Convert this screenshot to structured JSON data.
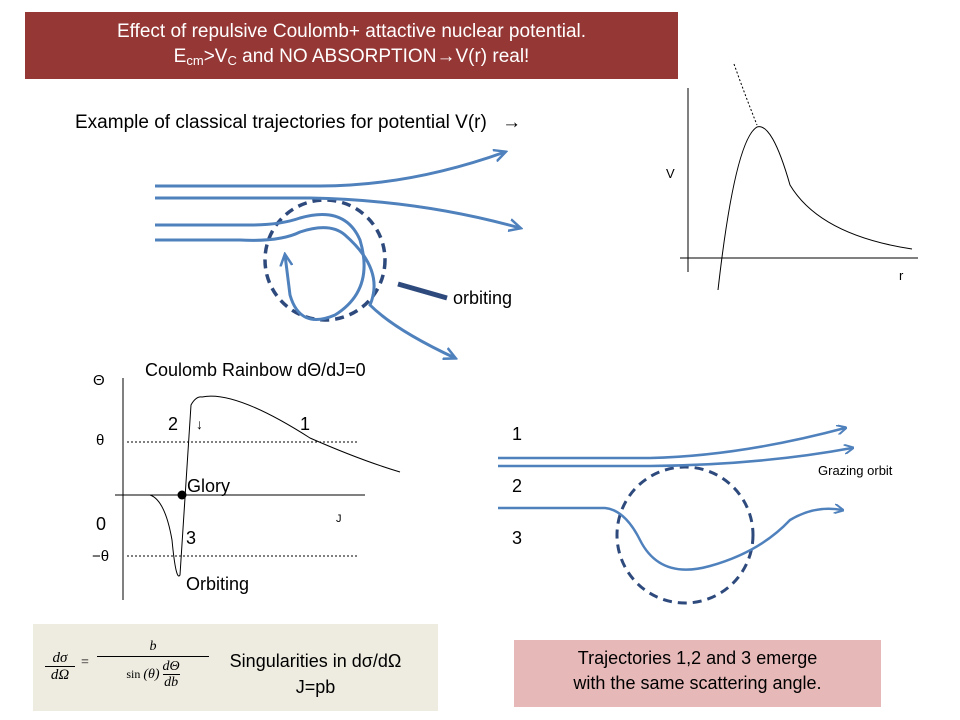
{
  "header": {
    "line1": "Effect of repulsive Coulomb+ attactive nuclear potential.",
    "ecm_E": "E",
    "ecm_sub": "cm",
    "gt_V": ">V",
    "vc_sub": "C",
    "line2_rest": " and NO ABSORPTION",
    "arrow": "→",
    "line2_end": "V(r) real!"
  },
  "example": {
    "text": "Example of classical trajectories for potential V(r)",
    "arrow": "→",
    "orbiting_label": "orbiting"
  },
  "potential_plot": {
    "y_label": "V",
    "x_label": "r"
  },
  "deflection_plot": {
    "title": "Coulomb Rainbow dΘ/dJ=0",
    "y_axis_label": "Θ",
    "theta_label": "θ",
    "zero_label": "0",
    "neg_theta_label": "−θ",
    "x_axis_label": "J",
    "point1": "1",
    "point2": "2",
    "point3": "3",
    "rainbow_arrow": "↓",
    "glory_label": "Glory",
    "orbiting_label": "Orbiting"
  },
  "trajectories_plot": {
    "label1": "1",
    "label2": "2",
    "label3": "3",
    "grazing_label": "Grazing orbit"
  },
  "formula": {
    "lhs_num": "dσ",
    "lhs_den": "dΩ",
    "equals": "=",
    "rhs_num": "b",
    "rhs_den_sin": "sin",
    "rhs_den_theta": "(θ)",
    "rhs_den_frac_num": "dΘ",
    "rhs_den_frac_den": "db",
    "caption1": "Singularities in dσ/dΩ",
    "caption2": "J=pb"
  },
  "note": {
    "line1": "Trajectories 1,2 and 3 emerge",
    "line2": "with the same scattering angle."
  },
  "colors": {
    "header_bg": "#953735",
    "trajectory": "#4f81bd",
    "dashed_circle": "#2e4a7d",
    "formula_bg": "#eeece1",
    "note_bg": "#e6b9b8"
  }
}
